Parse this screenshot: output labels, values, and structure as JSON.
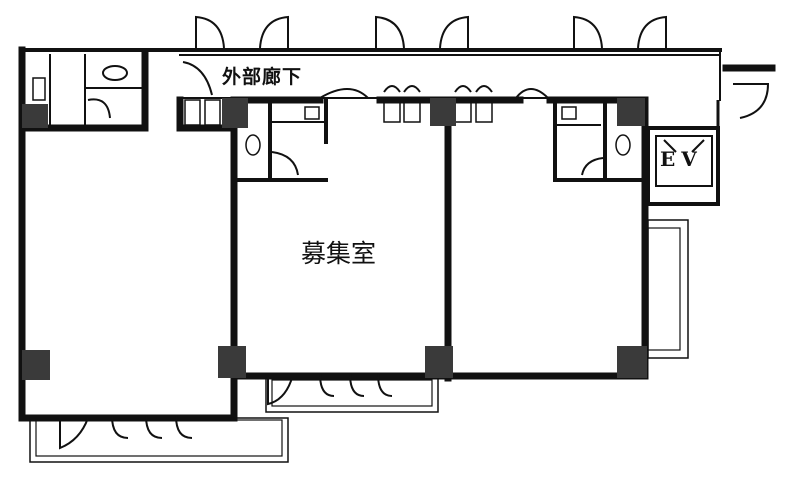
{
  "diagram": {
    "type": "floor-plan",
    "labels": {
      "corridor": "外部廊下",
      "vacant_room": "募集室",
      "elevator": "EV"
    },
    "units": [
      {
        "name": "left-unit",
        "status": ""
      },
      {
        "name": "center-unit",
        "status": "募集室"
      },
      {
        "name": "right-unit",
        "status": ""
      }
    ],
    "colors": {
      "wall": "#111111",
      "column": "#3a3a3a",
      "background": "#ffffff"
    }
  }
}
